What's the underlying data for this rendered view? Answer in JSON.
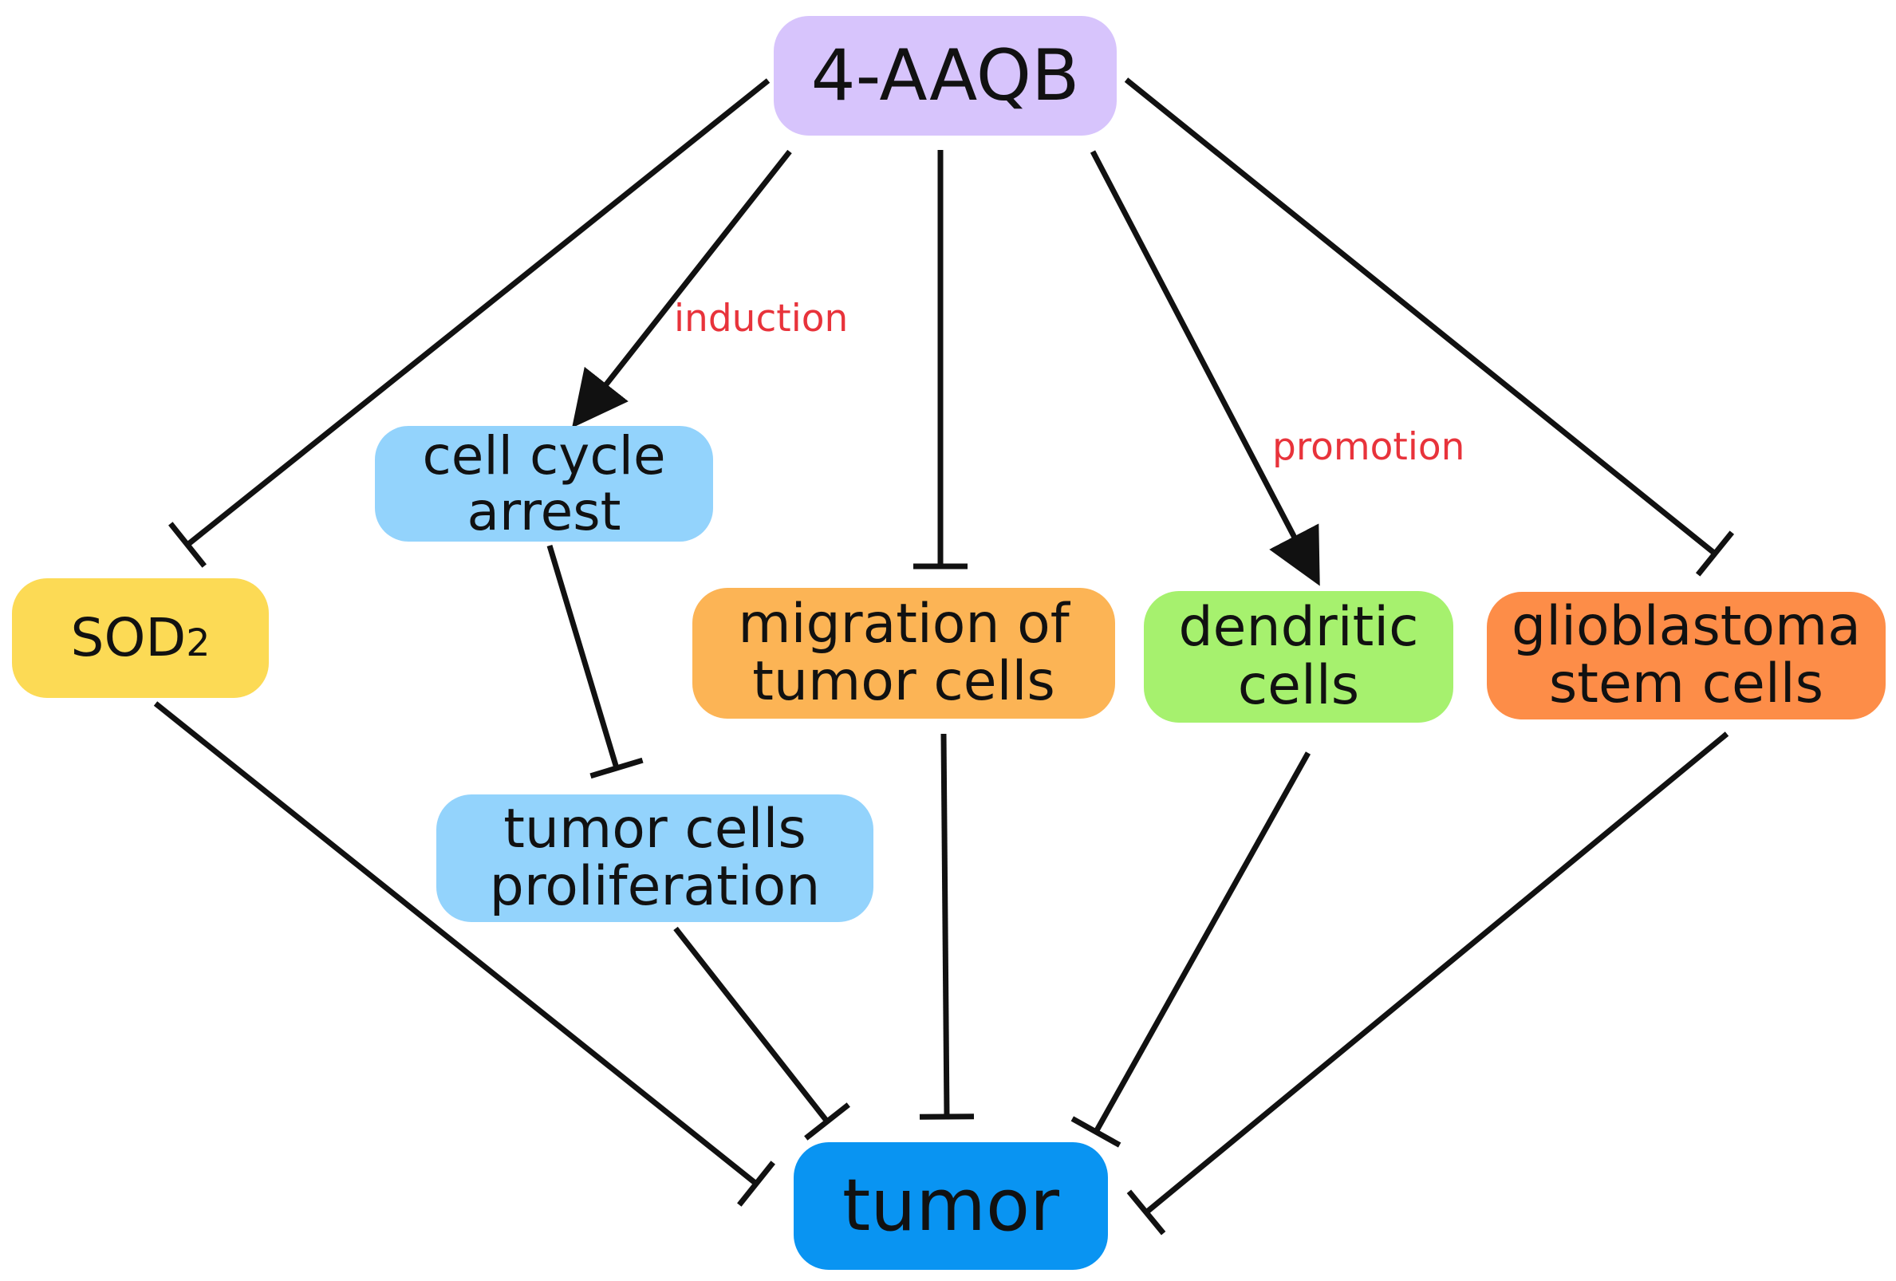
{
  "colors": {
    "edge": "#111111",
    "label": "#e8333b"
  },
  "nodes": {
    "aaqb": {
      "text": "4-AAQB",
      "color": "#d7c4fc"
    },
    "cell_cycle_arrest": {
      "line1": "cell cycle",
      "line2": "arrest",
      "color": "#93d3fc"
    },
    "sod2": {
      "text": "SOD",
      "subscript": "2",
      "color": "#fcda55"
    },
    "migration": {
      "line1": "migration of",
      "line2": "tumor cells",
      "color": "#fcb455"
    },
    "dendritic": {
      "line1": "dendritic",
      "line2": "cells",
      "color": "#a6f16e"
    },
    "glioblastoma": {
      "line1": "glioblastoma",
      "line2": "stem cells",
      "color": "#fd8d48"
    },
    "proliferation": {
      "line1": "tumor cells",
      "line2": "proliferation",
      "color": "#93d3fc"
    },
    "tumor": {
      "text": "tumor",
      "color": "#0994f2"
    }
  },
  "edge_labels": {
    "induction": "induction",
    "promotion": "promotion"
  },
  "edges": [
    {
      "from": "4-AAQB",
      "to": "SOD2",
      "type": "inhibition"
    },
    {
      "from": "4-AAQB",
      "to": "cell cycle arrest",
      "type": "activation",
      "label": "induction"
    },
    {
      "from": "4-AAQB",
      "to": "migration of tumor cells",
      "type": "inhibition"
    },
    {
      "from": "4-AAQB",
      "to": "dendritic cells",
      "type": "activation",
      "label": "promotion"
    },
    {
      "from": "4-AAQB",
      "to": "glioblastoma stem cells",
      "type": "inhibition"
    },
    {
      "from": "cell cycle arrest",
      "to": "tumor cells proliferation",
      "type": "inhibition"
    },
    {
      "from": "SOD2",
      "to": "tumor",
      "type": "inhibition"
    },
    {
      "from": "tumor cells proliferation",
      "to": "tumor",
      "type": "inhibition"
    },
    {
      "from": "migration of tumor cells",
      "to": "tumor",
      "type": "inhibition"
    },
    {
      "from": "dendritic cells",
      "to": "tumor",
      "type": "inhibition"
    },
    {
      "from": "glioblastoma stem cells",
      "to": "tumor",
      "type": "inhibition"
    }
  ]
}
